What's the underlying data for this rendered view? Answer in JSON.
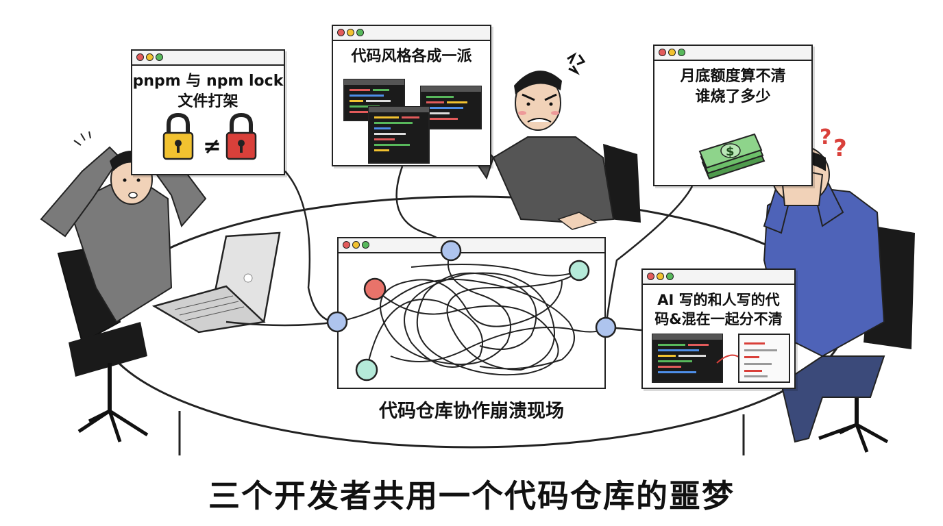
{
  "title": "三个开发者共用一个代码仓库的噩梦",
  "center_caption": "代码仓库协作崩溃现场",
  "panels": {
    "lock_conflict": {
      "line1": "pnpm 与 npm lock",
      "line2": "文件打架",
      "symbol": "≠"
    },
    "code_style": {
      "text": "代码风格各成一派"
    },
    "budget": {
      "line1": "月底额度算不清",
      "line2": "谁烧了多少",
      "money_symbol": "$"
    },
    "ai_mix": {
      "line1": "AI 写的和人写的代",
      "line2": "码&混在一起分不清"
    }
  },
  "colors": {
    "node_blue": "#aec4ee",
    "node_red": "#e8736a",
    "node_teal": "#b5ead9",
    "lock_yellow": "#f2c230",
    "lock_red": "#d9403a",
    "money_green": "#6dbf6a",
    "question_red": "#d9403a",
    "shirt_blue": "#4e63b8"
  },
  "icons": [
    "padlock-yellow-icon",
    "not-equal-icon",
    "padlock-red-icon",
    "money-stack-icon",
    "question-mark-icon",
    "anger-symbol-icon",
    "laptop-icon",
    "code-snippet-icon"
  ]
}
